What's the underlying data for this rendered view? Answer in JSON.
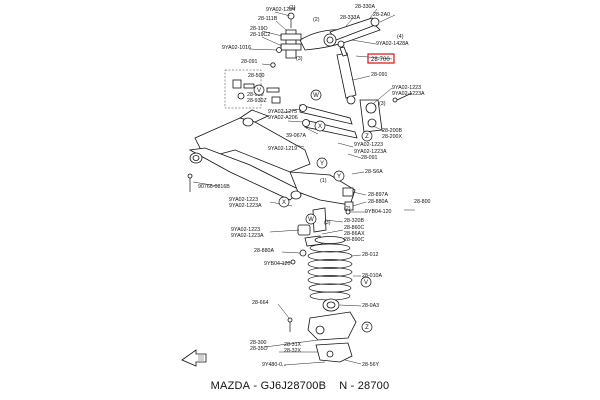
{
  "footer": {
    "brand": "MAZDA",
    "separator1": " - ",
    "part_number": "GJ6J28700B",
    "spacer": "    ",
    "ref_prefix": "N - ",
    "ref_number": "28700"
  },
  "highlight": {
    "label": "28-700",
    "color": "#e02020"
  },
  "callouts": [
    {
      "text": "9YA02-1284",
      "anchor": "start"
    },
    {
      "text": "28-111B",
      "anchor": "start"
    },
    {
      "text": "28-19O",
      "anchor": "start"
    },
    {
      "text": "28-19C2",
      "anchor": "start"
    },
    {
      "text": "9YA02-1016",
      "anchor": "start"
    },
    {
      "text": "28-091",
      "anchor": "start"
    },
    {
      "text": "28-330A",
      "anchor": "start"
    },
    {
      "text": "28-2A0",
      "anchor": "start"
    },
    {
      "text": "28-333A",
      "anchor": "start"
    },
    {
      "text": "9YA02-1428A",
      "anchor": "start"
    },
    {
      "text": "28-091",
      "anchor": "start"
    },
    {
      "text": "9YA02-1223",
      "anchor": "start"
    },
    {
      "text": "9YA02-1223A",
      "anchor": "start"
    },
    {
      "text": "28-500",
      "anchor": "start"
    },
    {
      "text": "28-930",
      "anchor": "start"
    },
    {
      "text": "28-930Z",
      "anchor": "start"
    },
    {
      "text": "9YA02-1275",
      "anchor": "start"
    },
    {
      "text": "9YA02-A206",
      "anchor": "start"
    },
    {
      "text": "39-067A",
      "anchor": "start"
    },
    {
      "text": "28-200B",
      "anchor": "start"
    },
    {
      "text": "28-200X",
      "anchor": "start"
    },
    {
      "text": "9YA02-1219",
      "anchor": "start"
    },
    {
      "text": "9YA02-1223",
      "anchor": "start"
    },
    {
      "text": "9YA02-1223A",
      "anchor": "start"
    },
    {
      "text": "28-091",
      "anchor": "start"
    },
    {
      "text": "28-S6A",
      "anchor": "start"
    },
    {
      "text": "90766-0816B",
      "anchor": "start"
    },
    {
      "text": "28-897A",
      "anchor": "start"
    },
    {
      "text": "28-880A",
      "anchor": "start"
    },
    {
      "text": "9YB04-120",
      "anchor": "start"
    },
    {
      "text": "28-800",
      "anchor": "start"
    },
    {
      "text": "9YA02-1223",
      "anchor": "start"
    },
    {
      "text": "9YA02-1223A",
      "anchor": "start"
    },
    {
      "text": "28-320B",
      "anchor": "start"
    },
    {
      "text": "28-860C",
      "anchor": "start"
    },
    {
      "text": "28-86AX",
      "anchor": "start"
    },
    {
      "text": "28-890C",
      "anchor": "start"
    },
    {
      "text": "9YA02-1223",
      "anchor": "start"
    },
    {
      "text": "9YA02-1223A",
      "anchor": "start"
    },
    {
      "text": "28-880A",
      "anchor": "start"
    },
    {
      "text": "9YB04-120",
      "anchor": "start"
    },
    {
      "text": "28-012",
      "anchor": "start"
    },
    {
      "text": "28-010A",
      "anchor": "start"
    },
    {
      "text": "28-664",
      "anchor": "start"
    },
    {
      "text": "28-0A3",
      "anchor": "start"
    },
    {
      "text": "28-300",
      "anchor": "start"
    },
    {
      "text": "28-35O",
      "anchor": "start"
    },
    {
      "text": "28-31X",
      "anchor": "start"
    },
    {
      "text": "28-32X",
      "anchor": "start"
    },
    {
      "text": "9Y480-0...",
      "anchor": "start"
    },
    {
      "text": "28-56Y",
      "anchor": "start"
    }
  ],
  "circle_markers": [
    "V",
    "W",
    "X",
    "Y",
    "Z",
    "Y",
    "W",
    "X",
    "Z",
    "V"
  ],
  "small_numbers": [
    "(1)",
    "(4)",
    "(2)",
    "(3)",
    "(1)",
    "(2)",
    "(3)",
    "(3)"
  ]
}
